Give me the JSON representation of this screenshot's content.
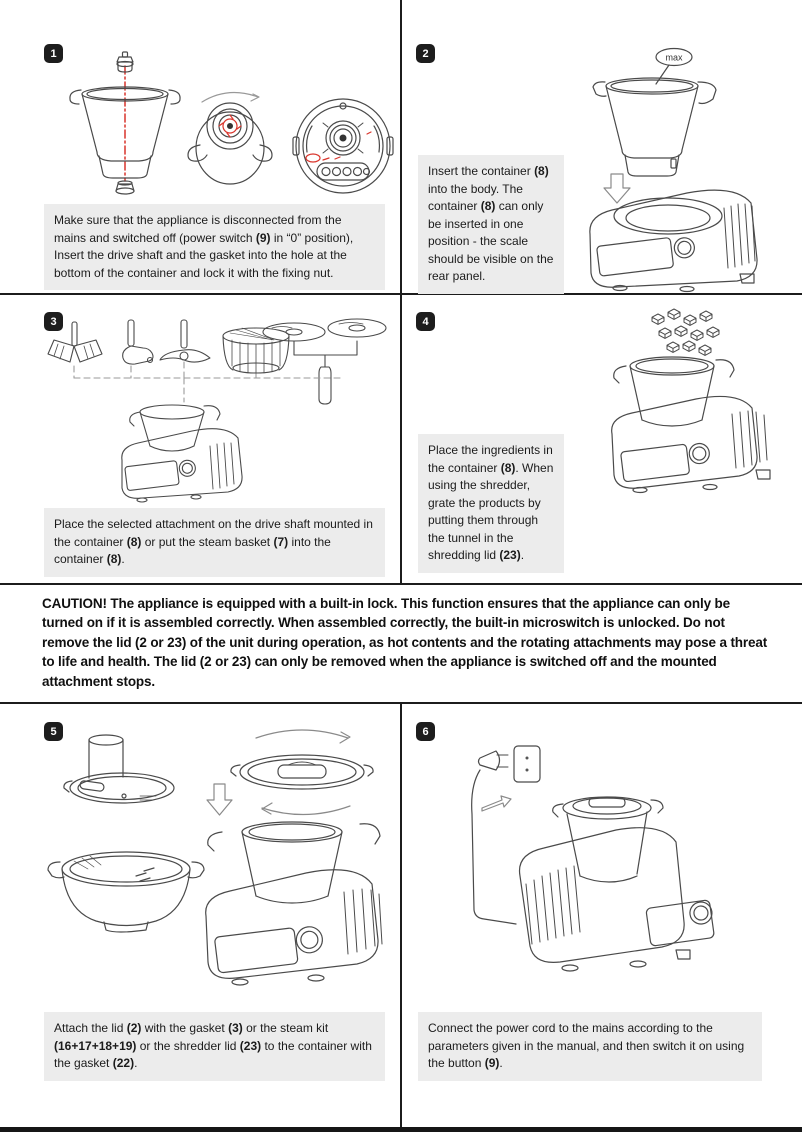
{
  "colors": {
    "accent_red": "#d9342b",
    "divider_line": "#1c1c1c",
    "caption_background": "#ececec",
    "badge_background": "#1d1d1d"
  },
  "labels": {
    "max": "max"
  },
  "caution": "CAUTION! The appliance is equipped with a built-in lock. This function ensures that the appliance can only be turned on if it is assembled correctly. When assembled correctly, the built-in microswitch is unlocked. Do not remove the lid (2 or 23) of the unit during operation, as hot contents and the rotating attachments may pose a threat to life and health. The lid (2 or 23) can only be removed when the appliance is switched off and the mounted attachment stops.",
  "panels": [
    {
      "badge": "1",
      "caption": [
        {
          "t": "Make sure that the appliance is disconnected from the mains and switched off (power switch "
        },
        {
          "t": "(9)",
          "b": true
        },
        {
          "t": " in “0” position), Insert the drive shaft and the gasket into the hole at the bottom of the container and lock it with the fixing nut."
        }
      ]
    },
    {
      "badge": "2",
      "caption": [
        {
          "t": "Insert the container "
        },
        {
          "t": "(8)",
          "b": true
        },
        {
          "t": " into the body. The container "
        },
        {
          "t": "(8)",
          "b": true
        },
        {
          "t": " can only be inserted in one position - the scale should be visible on the rear panel."
        }
      ]
    },
    {
      "badge": "3",
      "caption": [
        {
          "t": "Place the selected attachment on the drive shaft mounted in the container "
        },
        {
          "t": "(8)",
          "b": true
        },
        {
          "t": " or put the steam basket "
        },
        {
          "t": "(7)",
          "b": true
        },
        {
          "t": " into the container "
        },
        {
          "t": "(8)",
          "b": true
        },
        {
          "t": "."
        }
      ]
    },
    {
      "badge": "4",
      "caption": [
        {
          "t": "Place the ingredients in the container "
        },
        {
          "t": "(8)",
          "b": true
        },
        {
          "t": ". When using the shredder, grate the products by putting them through the tunnel in the shredding lid "
        },
        {
          "t": "(23)",
          "b": true
        },
        {
          "t": "."
        }
      ]
    },
    {
      "badge": "5",
      "caption": [
        {
          "t": "Attach the lid "
        },
        {
          "t": "(2)",
          "b": true
        },
        {
          "t": " with the gasket "
        },
        {
          "t": "(3)",
          "b": true
        },
        {
          "t": " or the steam kit "
        },
        {
          "t": "(16+17+18+19)",
          "b": true
        },
        {
          "t": " or the shredder lid "
        },
        {
          "t": "(23)",
          "b": true
        },
        {
          "t": " to the container with the gasket "
        },
        {
          "t": "(22)",
          "b": true
        },
        {
          "t": "."
        }
      ]
    },
    {
      "badge": "6",
      "caption": [
        {
          "t": "Connect the power cord to the mains according to the parameters given in the manual, and then switch it on using the button "
        },
        {
          "t": "(9)",
          "b": true
        },
        {
          "t": "."
        }
      ]
    }
  ]
}
